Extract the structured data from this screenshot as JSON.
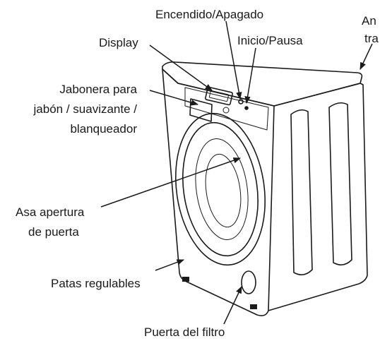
{
  "labels": {
    "power": "Encendido/Apagado",
    "display": "Display",
    "start_pause": "Inicio/Pausa",
    "transport_cut_1": "An",
    "transport_cut_2": "tra",
    "detergent_1": "Jabonera para",
    "detergent_2": "jabón / suavizante /",
    "detergent_3": "blanqueador",
    "door_handle_1": "Asa apertura",
    "door_handle_2": "de puerta",
    "feet": "Patas regulables",
    "filter_door": "Puerta del filtro"
  },
  "colors": {
    "line": "#1a1a1a",
    "background": "#ffffff"
  }
}
